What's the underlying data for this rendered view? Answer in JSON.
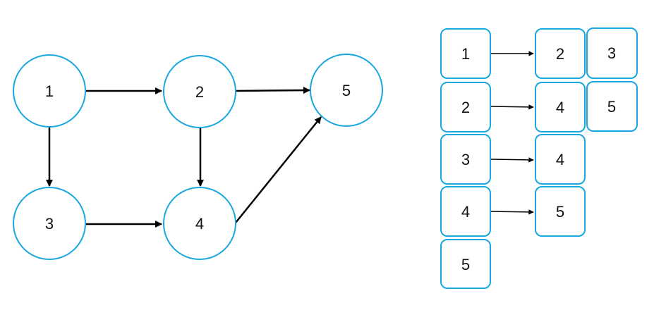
{
  "graph": {
    "nodes": [
      "1",
      "2",
      "3",
      "4",
      "5"
    ],
    "edges": [
      [
        "1",
        "2"
      ],
      [
        "1",
        "3"
      ],
      [
        "2",
        "5"
      ],
      [
        "2",
        "4"
      ],
      [
        "3",
        "4"
      ],
      [
        "4",
        "5"
      ]
    ]
  },
  "adjacency_list": [
    {
      "head": "1",
      "neighbors": [
        "2",
        "3"
      ]
    },
    {
      "head": "2",
      "neighbors": [
        "4",
        "5"
      ]
    },
    {
      "head": "3",
      "neighbors": [
        "4"
      ]
    },
    {
      "head": "4",
      "neighbors": [
        "5"
      ]
    },
    {
      "head": "5",
      "neighbors": []
    }
  ],
  "colors": {
    "node_border": "#1aa7e0",
    "edge": "#000000"
  }
}
